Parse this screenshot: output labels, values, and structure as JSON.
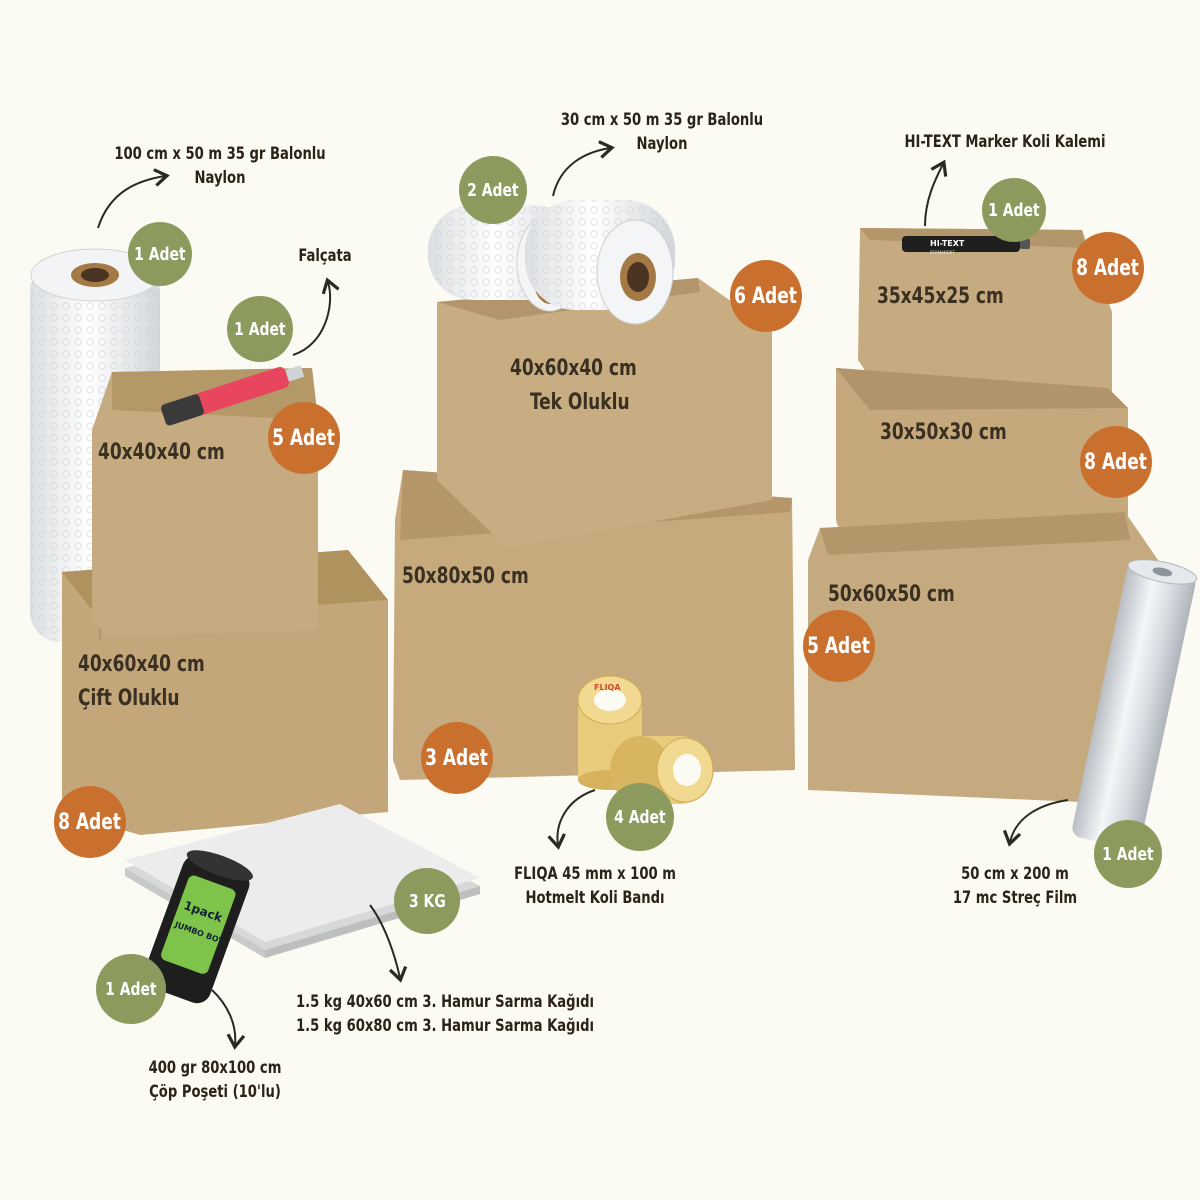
{
  "colors": {
    "background": "#fbfaf3",
    "green_badge": "#8c9a5e",
    "orange_badge": "#c9702f",
    "cardboard": "#c5a97c",
    "label_text": "#2b2218"
  },
  "boxes": {
    "box_40x40x40": {
      "size": "40x40x40 cm",
      "qty": "5 Adet"
    },
    "box_40x60x40_cift": {
      "size": "40x60x40 cm",
      "type": "Çift Oluklu",
      "qty": "8 Adet"
    },
    "box_40x60x40_tek": {
      "size": "40x60x40 cm",
      "type": "Tek Oluklu",
      "qty": "6 Adet"
    },
    "box_50x80x50": {
      "size": "50x80x50 cm",
      "qty": "3 Adet"
    },
    "box_35x45x25": {
      "size": "35x45x25 cm",
      "qty": "8 Adet"
    },
    "box_30x50x30": {
      "size": "30x50x30 cm",
      "qty": "8 Adet"
    },
    "box_50x60x50": {
      "size": "50x60x50 cm",
      "qty": "5 Adet"
    }
  },
  "items": {
    "bubble_large": {
      "line1": "100 cm x 50 m 35 gr Balonlu",
      "line2": "Naylon",
      "qty": "1 Adet"
    },
    "bubble_small": {
      "line1": "30 cm x 50 m 35 gr Balonlu",
      "line2": "Naylon",
      "qty": "2 Adet"
    },
    "cutter": {
      "name": "Falçata",
      "qty": "1 Adet"
    },
    "marker": {
      "name": "HI-TEXT Marker Koli Kalemi",
      "qty": "1 Adet",
      "print": "HI-TEXT",
      "print2": "PERMANENT"
    },
    "tape": {
      "line1": "FLIQA 45 mm x 100 m",
      "line2": "Hotmelt Koli Bandı",
      "qty": "4 Adet",
      "print": "FLIQA"
    },
    "stretch": {
      "line1": "50 cm x 200 m",
      "line2": "17 mc Streç Film",
      "qty": "1 Adet"
    },
    "paper": {
      "line1": "1.5 kg 40x60 cm 3. Hamur Sarma Kağıdı",
      "line2": "1.5 kg 60x80 cm 3. Hamur Sarma Kağıdı",
      "qty": "3 KG"
    },
    "trash": {
      "line1": "400 gr 80x100 cm",
      "line2": "Çöp Poşeti (10'lu)",
      "qty": "1 Adet",
      "print1": "1pack",
      "print2": "JUMBO BOY"
    }
  },
  "icons": [
    "curved-arrow-icon",
    "bubble-roll-icon",
    "cutter-icon",
    "marker-icon",
    "tape-roll-icon",
    "stretch-film-icon",
    "trash-bag-icon"
  ]
}
